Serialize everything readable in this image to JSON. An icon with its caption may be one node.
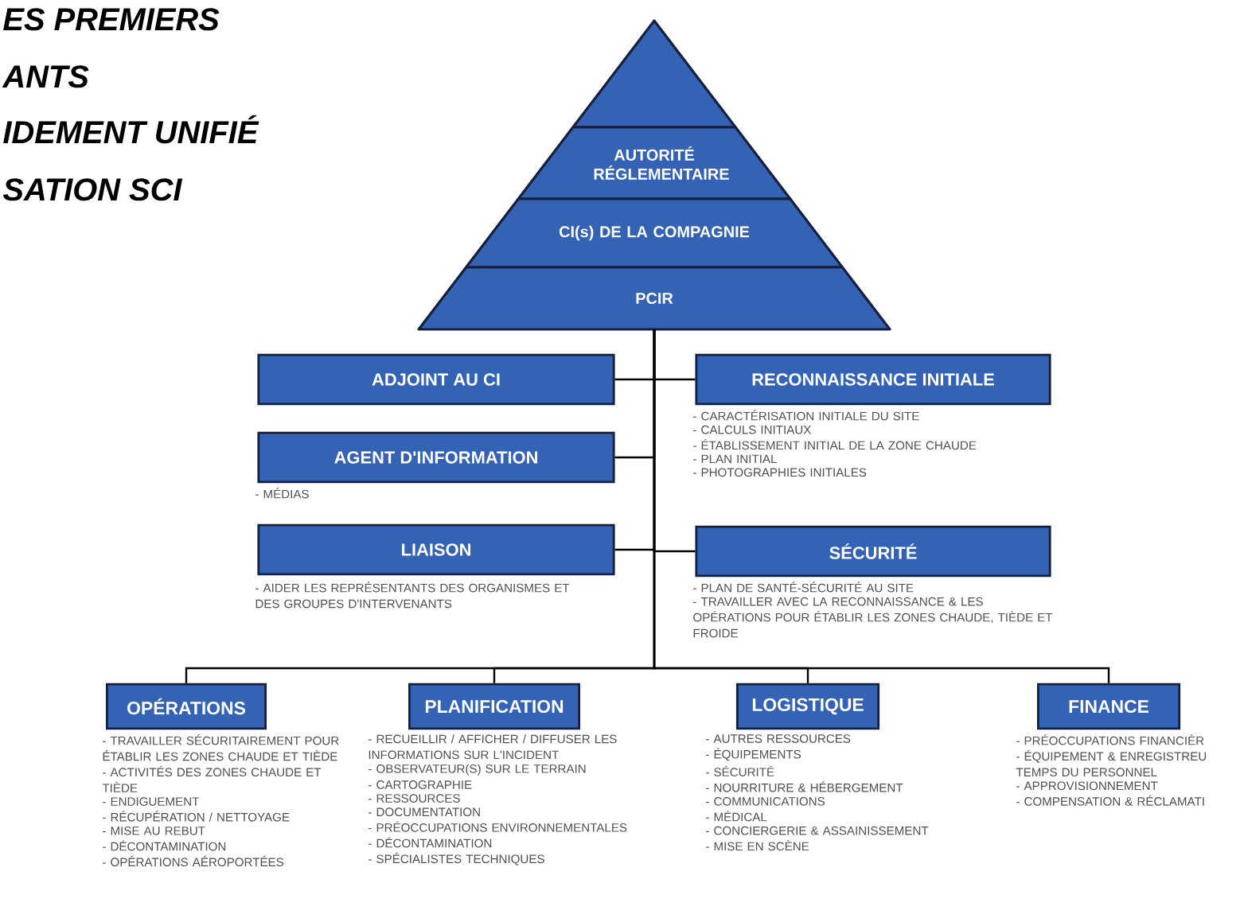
{
  "diagram": {
    "nodes": [
      {
        "text": [],
        "shape": "triangle"
      },
      {
        "text": [
          "AUTORITÉ RÉGLEMENTAIRE"
        ]
      },
      {
        "text": [
          "CI(s) DE LA COMPAGNIE"
        ]
      },
      {
        "text": [
          "PCIR"
        ]
      },
      {
        "text": [
          "ADJOINT AU CI"
        ]
      },
      {
        "text": [
          "RECONNAISSANCE INITIALE"
        ],
        "beside": [
          "- CARACTÉRISATION INITIALE DU SITE",
          "- CALCULS INITIAUX",
          "- ÉTABLISSEMENT INITIAL DE LA ZONE CHAUDE",
          "- PLAN INITIAL",
          "- PHOTOGRAPHIES INITIALES"
        ]
      },
      {
        "text": [
          "AGENT D'INFORMATION"
        ],
        "beside": [
          "- MÉDIAS"
        ]
      },
      {
        "text": [
          "LIAISON"
        ],
        "beside": [
          "- AIDER LES REPRÉSENTANTS DES ORGANISMES ET DES GROUPES D'INTERVENANTS"
        ]
      },
      {
        "text": [
          "SÉCURITÉ"
        ],
        "beside": [
          "- PLAN DE SANTÉ-SÉCURITÉ AU SITE",
          "- TRAVAILLER AVEC LA RECONNAISSANCE & LES OPÉRATIONS POUR ÉTABLIR LES ZONES CHAUDE, TIÈDE ET FROIDE"
        ]
      },
      {
        "text": [
          "OPÉRATIONS"
        ],
        "beside": [
          "- TRAVAILLER SÉCURITAIREMENT POUR ÉTABLIR LES ZONES CHAUDE ET TIÈDE",
          "- ACTIVITÉS DES ZONES CHAUDE ET TIÈDE",
          "- ENDIGUEMENT",
          "- RÉCUPÉRATION / NETTOYAGE",
          "- MISE AU REBUT",
          "- DÉCONTAMINATION",
          "- OPÉRATIONS AÉROPORTÉES"
        ]
      },
      {
        "text": [
          "PLANIFICATION"
        ],
        "beside": [
          "- RECUEILLIR / AFFICHER / DIFFUSER LES INFORMATIONS SUR L'INCIDENT",
          "- OBSERVATEUR(S) SUR LE TERRAIN",
          "- CARTOGRAPHIE",
          "- RESSOURCES",
          "- DOCUMENTATION",
          "- PRÉOCCUPATIONS ENVIRONNEMENTALES",
          "- DÉCONTAMINATION",
          "- SPÉCIALISTES TECHNIQUES"
        ]
      },
      {
        "text": [
          "LOGISTIQUE"
        ],
        "beside": [
          "- AUTRES RESSOURCES",
          "- ÉQUIPEMENTS",
          "- SÉCURITÉ",
          "- NOURRITURE & HÉBERGEMENT",
          "- COMMUNICATIONS",
          "- MÉDICAL",
          "- CONCIERGERIE & ASSAINISSEMENT",
          "- MISE EN SCÈNE"
        ]
      },
      {
        "text": [
          "FINANCE"
        ],
        "beside": [
          "- PRÉOCCUPATIONS FINANCIÈR",
          "- ÉQUIPEMENT & ENREGISTREU TEMPS DU PERSONNEL",
          "- APPROVISIONNEMENT",
          "- COMPENSATION & RÉCLAMATI"
        ]
      }
    ],
    "edges": [
      {
        "from": 3,
        "to": 4,
        "arrow": "none"
      },
      {
        "from": 3,
        "to": 5,
        "arrow": "none"
      },
      {
        "from": 3,
        "to": 6,
        "arrow": "none"
      },
      {
        "from": 3,
        "to": 7,
        "arrow": "none"
      },
      {
        "from": 3,
        "to": 8,
        "arrow": "none"
      },
      {
        "from": 3,
        "to": 9,
        "arrow": "none"
      },
      {
        "from": 3,
        "to": 10,
        "arrow": "none"
      },
      {
        "from": 3,
        "to": 11,
        "arrow": "none"
      },
      {
        "from": 3,
        "to": 12,
        "arrow": "none"
      }
    ],
    "labels": [
      "ES PREMIERS",
      "ANTS",
      "IDEMENT UNIFIÉ",
      "SATION SCI"
    ]
  }
}
